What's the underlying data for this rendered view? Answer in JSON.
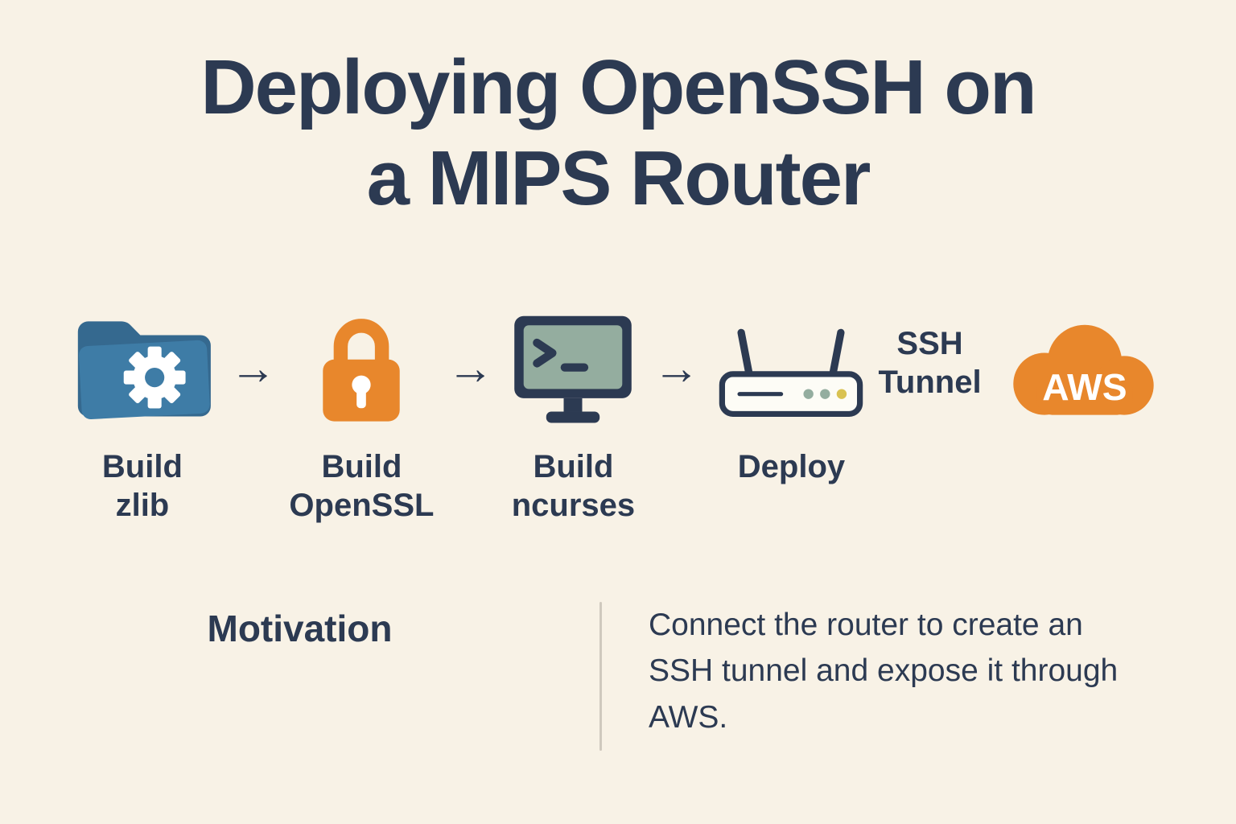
{
  "title": {
    "line1": "Deploying OpenSSH on",
    "line2": "a MIPS Router"
  },
  "flow": {
    "arrow": "→",
    "steps": [
      {
        "icon": "folder-gear-icon",
        "line1": "Build",
        "line2": "zlib"
      },
      {
        "icon": "padlock-icon",
        "line1": "Build",
        "line2": "OpenSSL"
      },
      {
        "icon": "terminal-icon",
        "line1": "Build",
        "line2": "ncurses"
      },
      {
        "icon": "router-icon",
        "line1": "Deploy",
        "line2": ""
      }
    ],
    "tunnel": {
      "line1": "SSH",
      "line2": "Tunnel"
    },
    "cloud_label": "AWS"
  },
  "motivation": {
    "heading": "Motivation",
    "text": "Connect the router to create an SSH tunnel and expose it through AWS."
  },
  "colors": {
    "background": "#f8f2e6",
    "navy": "#2c3a52",
    "blue": "#3e7ca6",
    "blue_dark": "#35698f",
    "orange": "#e8872c",
    "screen_sage": "#94ad9f",
    "dot_yellow": "#d9c252",
    "divider_gray": "#cfc9be",
    "router_body": "#fdfcf6"
  }
}
